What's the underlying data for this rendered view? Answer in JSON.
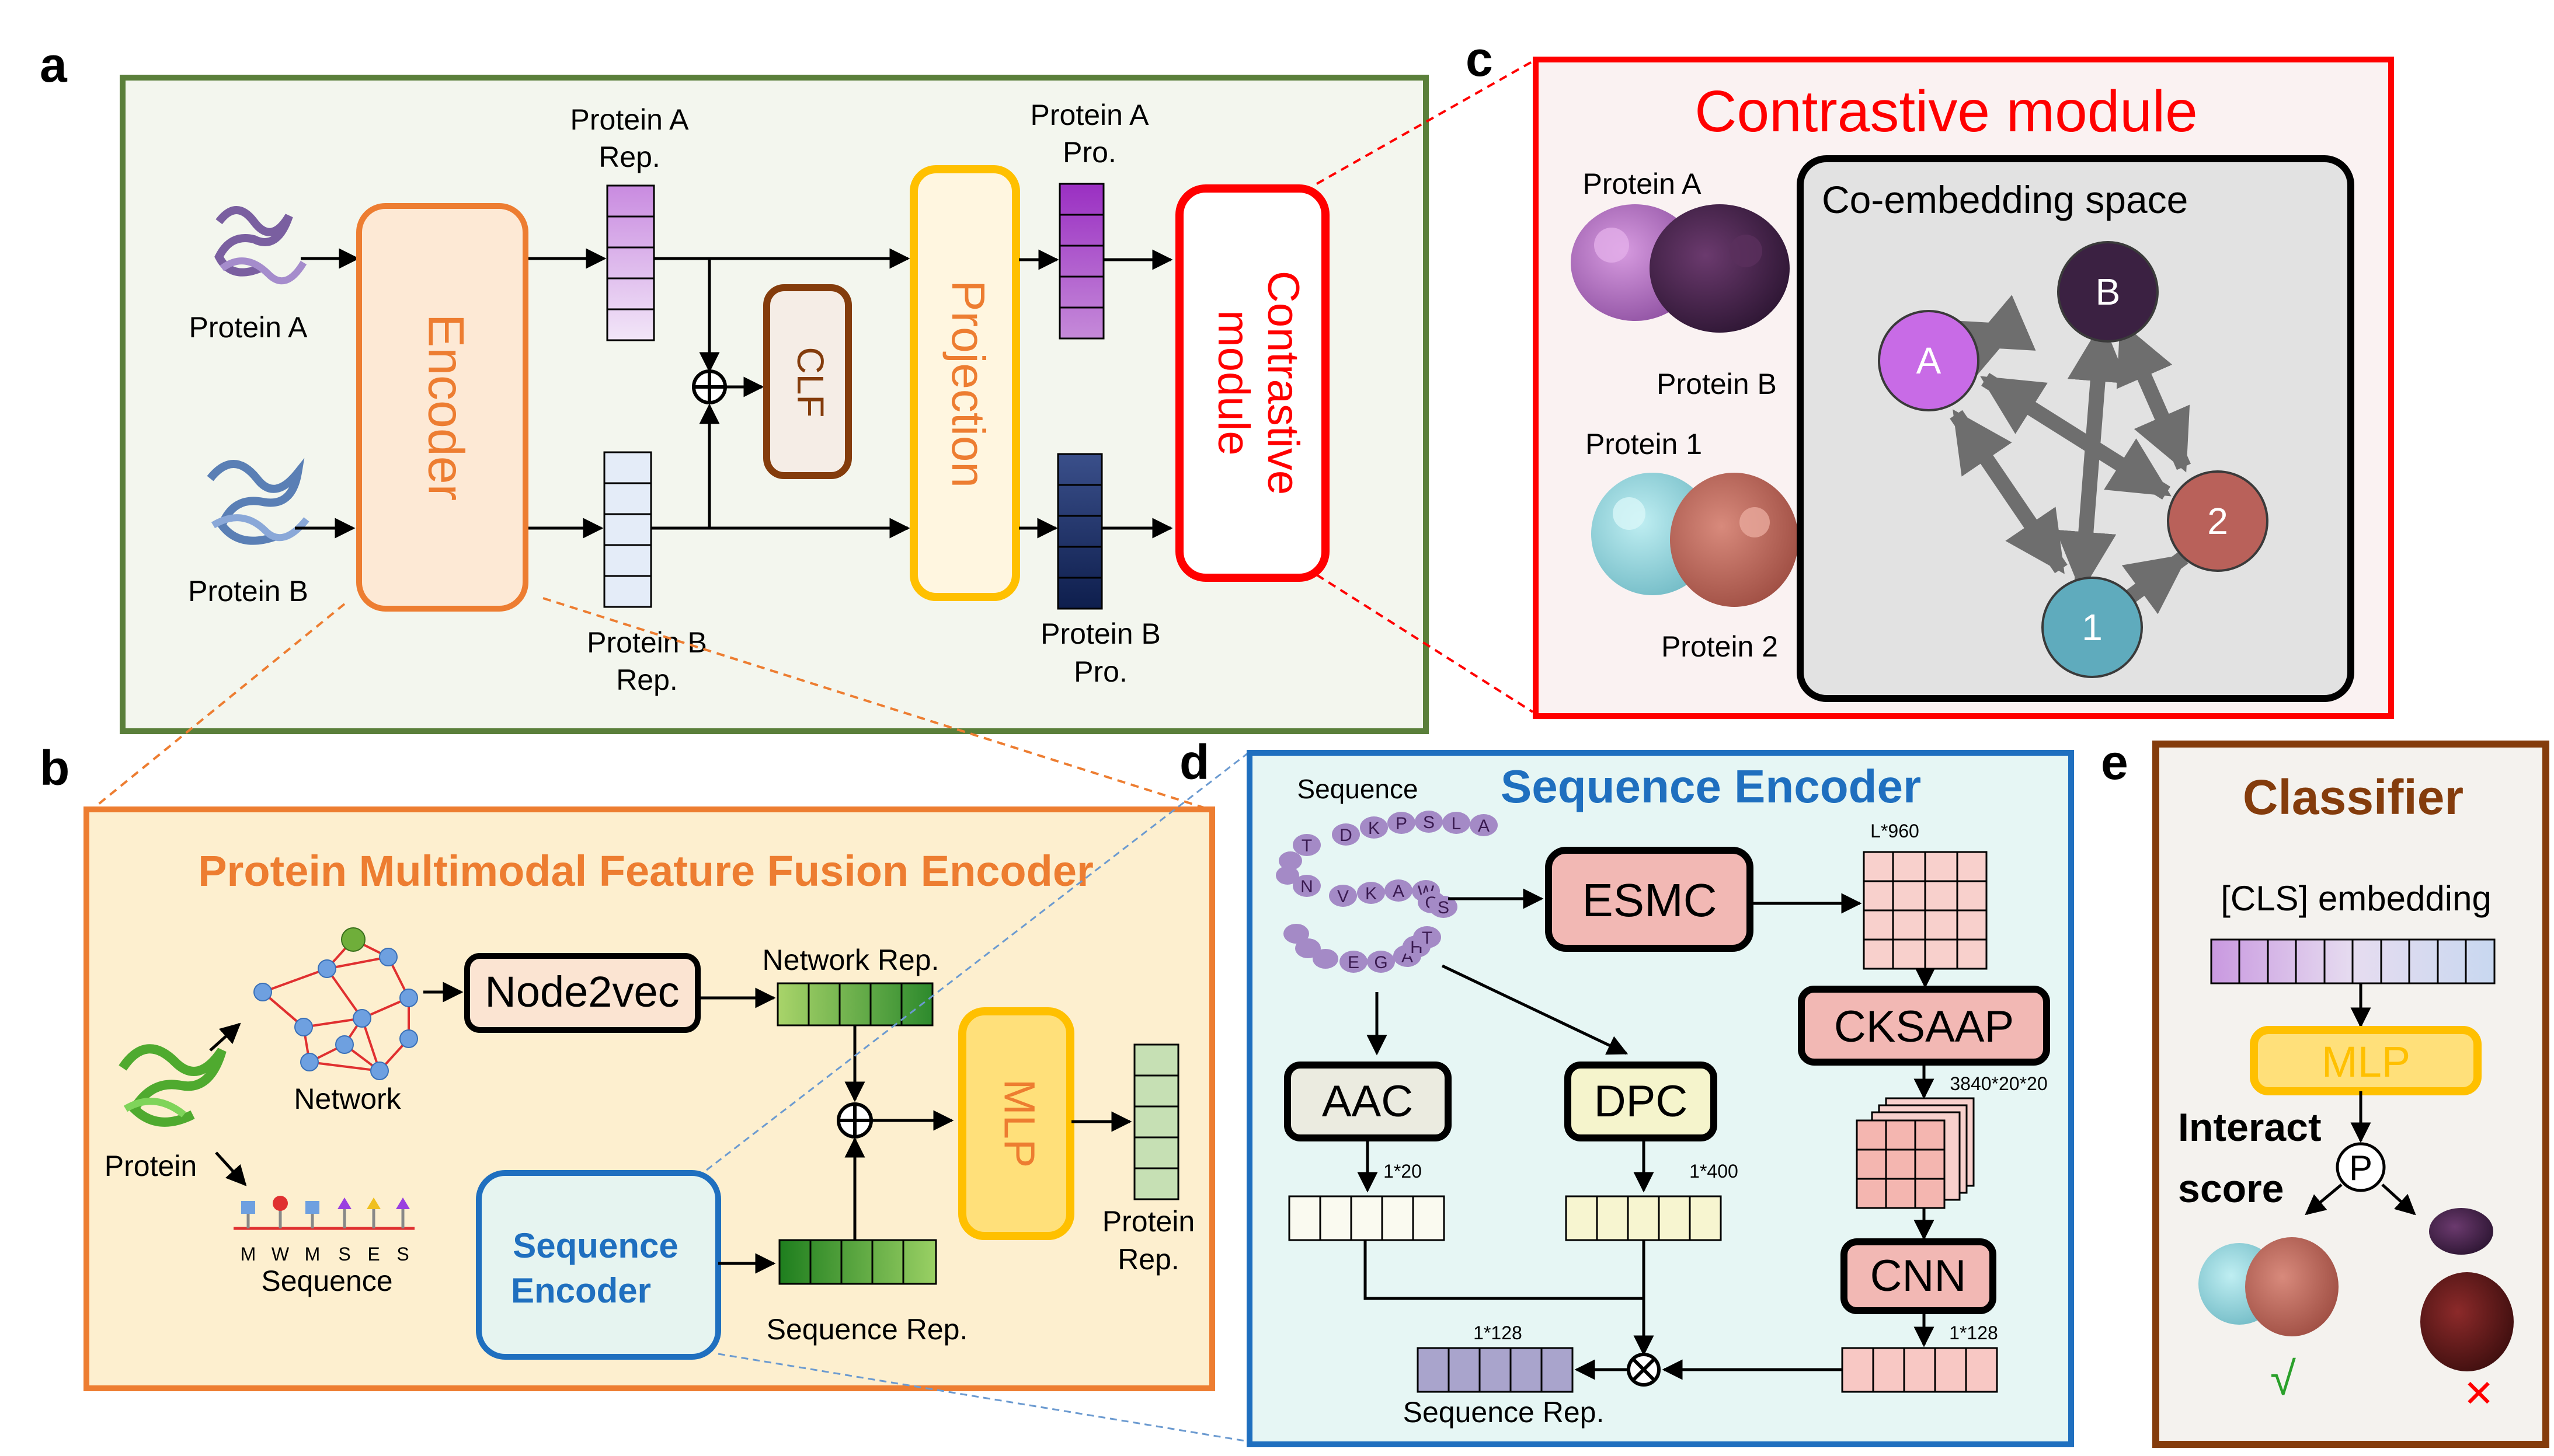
{
  "panel_letters": {
    "a": "a",
    "b": "b",
    "c": "c",
    "d": "d",
    "e": "e"
  },
  "panel_a": {
    "protein_a": "Protein A",
    "protein_b": "Protein B",
    "encoder": "Encoder",
    "rep_a_line1": "Protein A",
    "rep_a_line2": "Rep.",
    "rep_b_line1": "Protein B",
    "rep_b_line2": "Rep.",
    "clf": "CLF",
    "projection": "Projection",
    "pro_a_line1": "Protein A",
    "pro_a_line2": "Pro.",
    "pro_b_line1": "Protein B",
    "pro_b_line2": "Pro.",
    "contrastive_line1": "Contrastive",
    "contrastive_line2": "module"
  },
  "panel_c": {
    "title": "Contrastive module",
    "protein_a": "Protein A",
    "protein_b": "Protein B",
    "protein_1": "Protein 1",
    "protein_2": "Protein 2",
    "space_title": "Co-embedding space",
    "node_a": "A",
    "node_b": "B",
    "node_1": "1",
    "node_2": "2"
  },
  "panel_b": {
    "title": "Protein Multimodal Feature Fusion Encoder",
    "protein": "Protein",
    "network": "Network",
    "node2vec": "Node2vec",
    "network_rep": "Network Rep.",
    "sequence": "Sequence",
    "sequence_letters": [
      "M",
      "W",
      "M",
      "S",
      "E",
      "S"
    ],
    "seq_enc_line1": "Sequence",
    "seq_enc_line2": "Encoder",
    "sequence_rep": "Sequence Rep.",
    "mlp": "MLP",
    "protein_rep_line1": "Protein",
    "protein_rep_line2": "Rep."
  },
  "panel_d": {
    "title": "Sequence Encoder",
    "sequence": "Sequence",
    "residues": [
      "T",
      "D",
      "K",
      "P",
      "S",
      "L",
      "A",
      "N",
      "V",
      "K",
      "A",
      "W",
      "G",
      "S",
      "E",
      "G",
      "A",
      "H",
      "T"
    ],
    "esmc": "ESMC",
    "esmc_dim": "L*960",
    "cksaap": "CKSAAP",
    "cksaap_dim": "3840*20*20",
    "cnn": "CNN",
    "cnn_dim": "1*128",
    "aac": "AAC",
    "aac_dim": "1*20",
    "dpc": "DPC",
    "dpc_dim": "1*400",
    "out_dim": "1*128",
    "sequence_rep": "Sequence Rep."
  },
  "panel_e": {
    "title": "Classifier",
    "cls_embedding": "[CLS] embedding",
    "mlp": "MLP",
    "interact_line1": "Interact",
    "interact_line2": "score",
    "p_symbol": "P",
    "check": "√",
    "cross": "✕"
  },
  "colors": {
    "panel_a_border": "#5a7f3a",
    "panel_a_bg": "#f3f6ee",
    "encoder_orange": "#ed7d31",
    "projection_yellow": "#ffc000",
    "contrastive_red": "#ff0000",
    "clf_brown": "#843c0c",
    "seq_encoder_blue": "#1f6fbf",
    "panel_d_bg": "#e6f6f4",
    "esmc_pink": "#f2b8b4",
    "classifier_brown": "#843c0c"
  }
}
